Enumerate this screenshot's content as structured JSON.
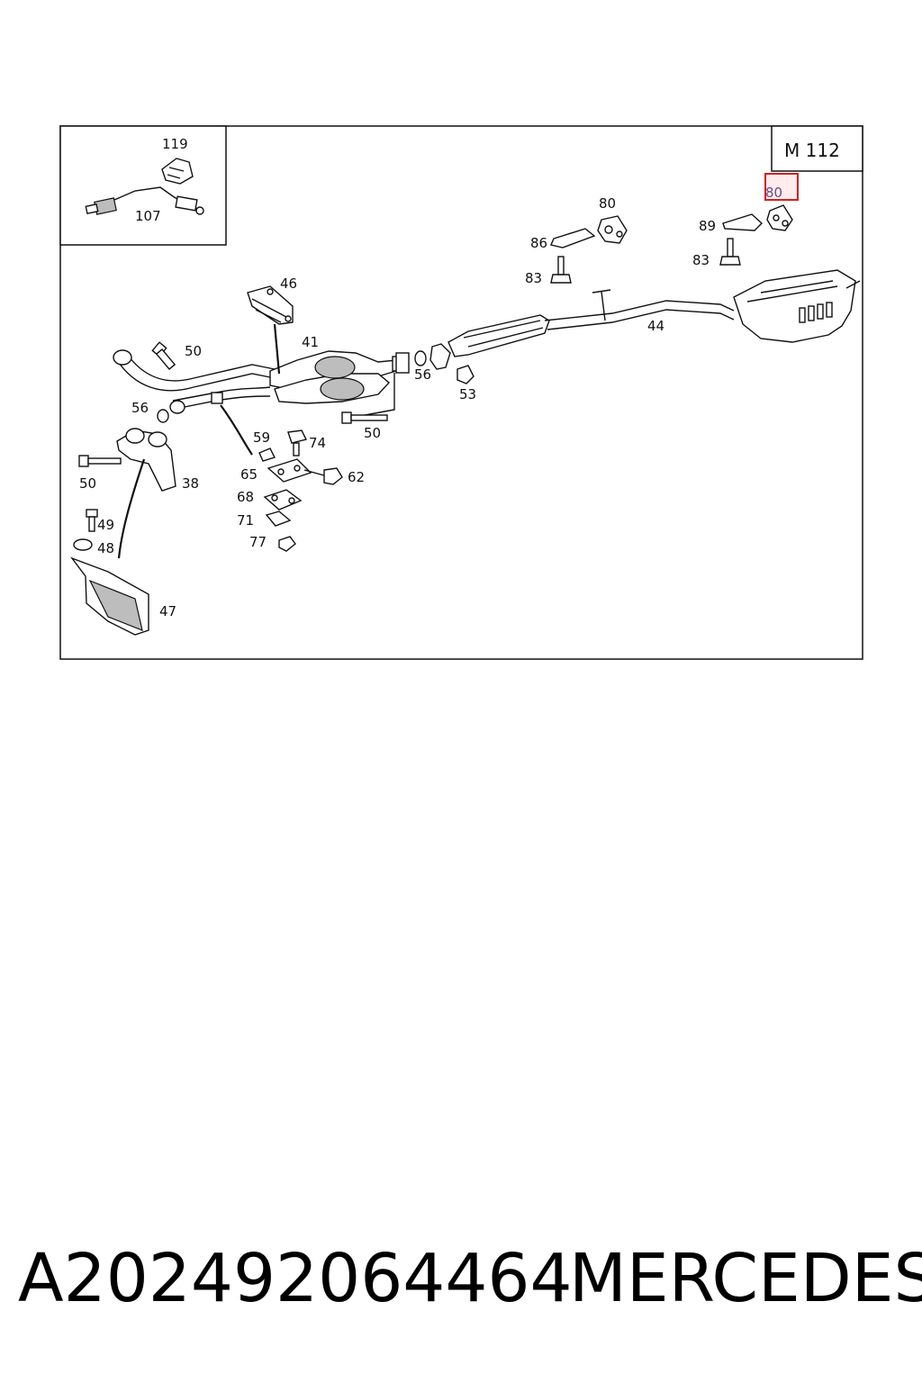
{
  "diagram": {
    "engine_code": "M 112",
    "highlighted_part": "80",
    "inset_labels": [
      "119",
      "107"
    ],
    "labels": {
      "l46": "46",
      "l41": "41",
      "l50a": "50",
      "l56a": "56",
      "l56b": "56",
      "l53": "53",
      "l50b": "50",
      "l59": "59",
      "l74": "74",
      "l65": "65",
      "l62": "62",
      "l68": "68",
      "l71": "71",
      "l77": "77",
      "l38": "38",
      "l50c": "50",
      "l49": "49",
      "l48": "48",
      "l47": "47",
      "l44": "44",
      "l80a": "80",
      "l86": "86",
      "l83a": "83",
      "l89": "89",
      "l83b": "83"
    }
  },
  "footer": {
    "part_number": "A202492064464",
    "brand": "MERCEDES"
  }
}
